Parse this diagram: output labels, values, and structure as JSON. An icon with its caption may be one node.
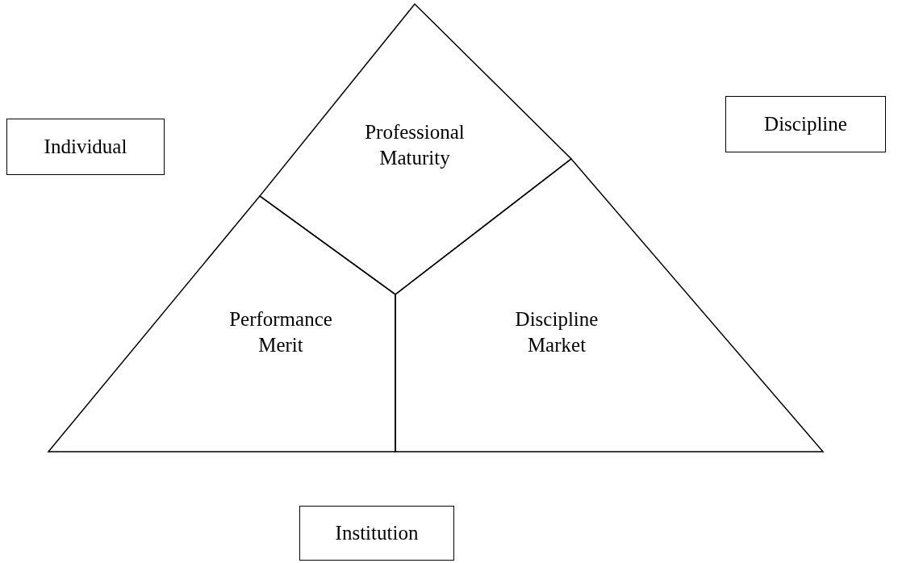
{
  "diagram": {
    "nodes": [
      {
        "text": [
          "Individual"
        ]
      },
      {
        "text": [
          "Professional Maturity"
        ]
      },
      {
        "text": [
          "Discipline"
        ]
      },
      {
        "text": [
          "Performance Merit"
        ]
      },
      {
        "text": [
          "Discipline Market"
        ]
      },
      {
        "text": [
          "Institution"
        ]
      }
    ]
  }
}
